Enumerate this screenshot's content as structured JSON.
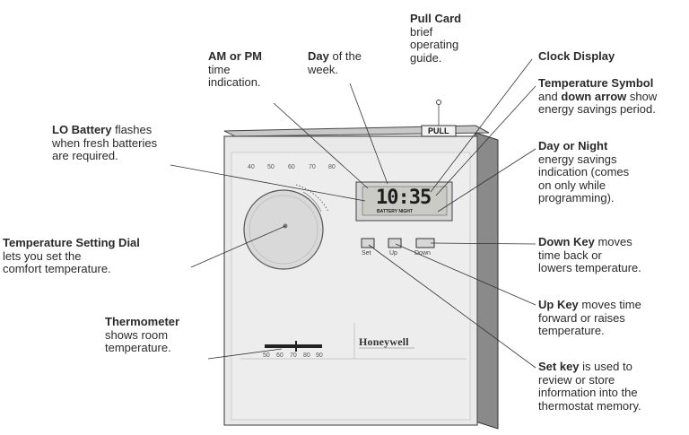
{
  "labels": {
    "pull_card": {
      "title": "Pull Card",
      "lines": [
        "brief",
        "operating",
        "guide."
      ]
    },
    "am_pm": {
      "title": "AM or PM",
      "lines": [
        "time",
        "indication."
      ]
    },
    "day_of_week": {
      "title": "Day",
      "line1_rest": " of the",
      "lines": [
        "week."
      ]
    },
    "clock_display": {
      "title": "Clock Display"
    },
    "temperature_symbol": {
      "title": "Temperature Symbol",
      "line2_prefix": "and ",
      "line2_bold": "down arrow",
      "line2_suffix": " show",
      "lines": [
        "energy savings period."
      ]
    },
    "day_or_night": {
      "title": "Day or Night",
      "lines": [
        "energy savings",
        "indication (comes",
        "on only while",
        "programming)."
      ]
    },
    "lo_battery": {
      "title": "LO Battery",
      "line1_rest": " flashes",
      "lines": [
        "when fresh batteries",
        "are required."
      ]
    },
    "temp_dial": {
      "title": "Temperature Setting Dial",
      "lines": [
        "lets you set the",
        "comfort temperature."
      ]
    },
    "down_key": {
      "title": "Down Key",
      "line1_rest": " moves",
      "lines": [
        "time back or",
        "lowers temperature."
      ]
    },
    "up_key": {
      "title": "Up Key",
      "line1_rest": " moves time",
      "lines": [
        "forward or raises",
        "temperature."
      ]
    },
    "thermometer": {
      "title": "Thermometer",
      "lines": [
        "shows room",
        "temperature."
      ]
    },
    "set_key": {
      "title": "Set key",
      "line1_rest": " is used to",
      "lines": [
        "review or store",
        "information into the",
        "thermostat memory."
      ]
    }
  },
  "device": {
    "brand": "Honeywell",
    "pull_tab": "PULL",
    "lcd_time": "10:35",
    "lcd_indicators": "BATTERY NIGHT",
    "dial_scale": [
      "40",
      "50",
      "60",
      "70",
      "80"
    ],
    "thermometer_scale": [
      "50",
      "60",
      "70",
      "80",
      "90"
    ],
    "keys": [
      "Set",
      "Up",
      "Down"
    ]
  },
  "colors": {
    "text": "#2a2a2a",
    "device_body": "#e9e9e9",
    "device_edge": "#555555",
    "lcd": "#c9cbc4"
  }
}
